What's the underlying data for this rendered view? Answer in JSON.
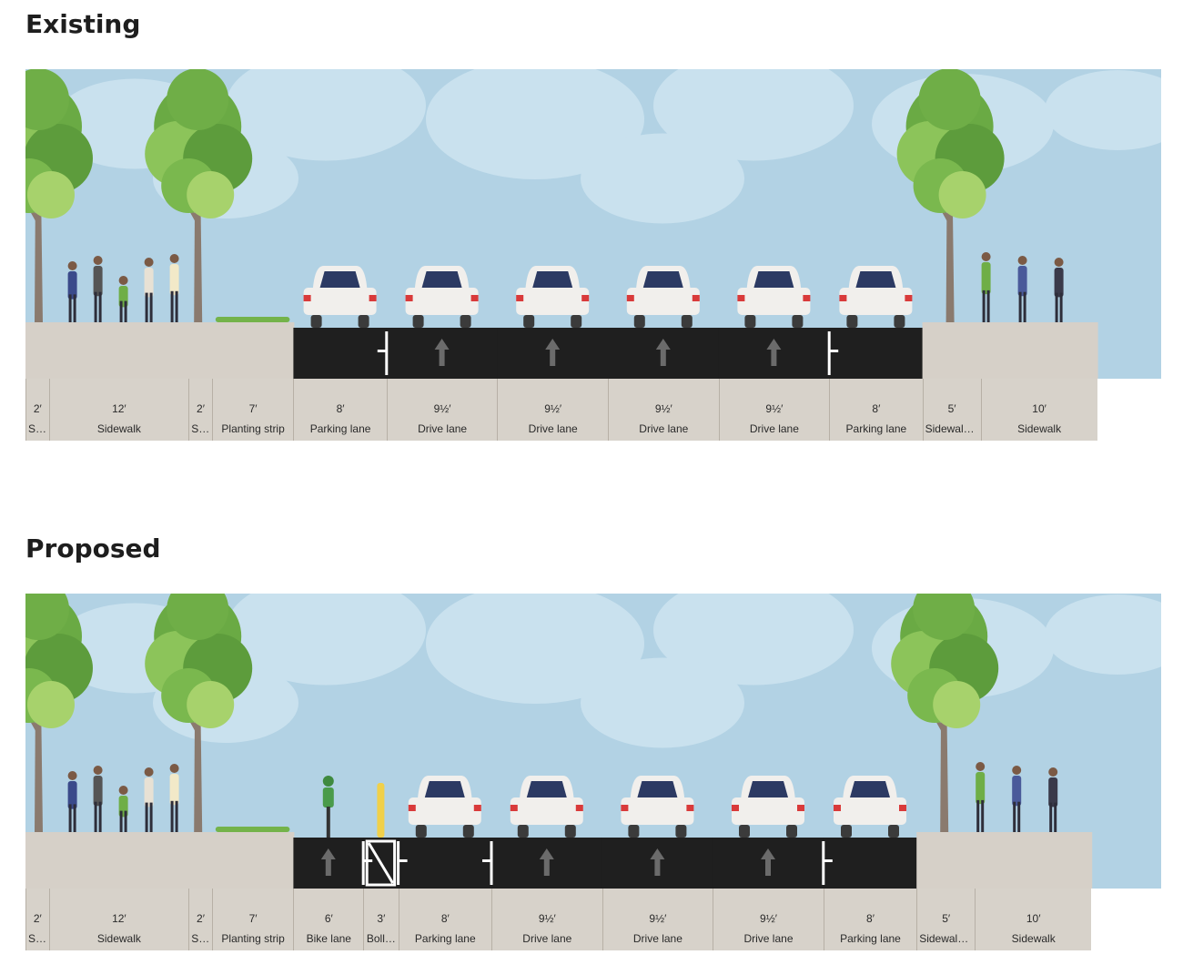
{
  "colors": {
    "sky": "#b2d2e4",
    "cloud": "#c9e1ee",
    "sidewalk": "#d6d0c8",
    "asphalt": "#1f1f1f",
    "tree_leaf": "#6fae47",
    "tree_trunk": "#8a7a6e",
    "car_body": "#f1efec",
    "car_window": "#2c3a63",
    "tail_light": "#d93a3a",
    "grass": "#74b34a",
    "bollard": "#f0d04a"
  },
  "sections": [
    {
      "id": "existing",
      "title": "Existing",
      "segments": [
        {
          "width": "2′",
          "name": "Si…",
          "feet": 2,
          "kind": "sidewalk"
        },
        {
          "width": "12′",
          "name": "Sidewalk",
          "feet": 12,
          "kind": "sidewalk"
        },
        {
          "width": "2′",
          "name": "Si…",
          "feet": 2,
          "kind": "sidewalk"
        },
        {
          "width": "7′",
          "name": "Planting strip",
          "feet": 7,
          "kind": "planting"
        },
        {
          "width": "8′",
          "name": "Parking lane",
          "feet": 8,
          "kind": "parking"
        },
        {
          "width": "9½′",
          "name": "Drive lane",
          "feet": 9.5,
          "kind": "drive"
        },
        {
          "width": "9½′",
          "name": "Drive lane",
          "feet": 9.5,
          "kind": "drive"
        },
        {
          "width": "9½′",
          "name": "Drive lane",
          "feet": 9.5,
          "kind": "drive"
        },
        {
          "width": "9½′",
          "name": "Drive lane",
          "feet": 9.5,
          "kind": "drive"
        },
        {
          "width": "8′",
          "name": "Parking lane",
          "feet": 8,
          "kind": "parking"
        },
        {
          "width": "5′",
          "name": "Sidewalk…",
          "feet": 5,
          "kind": "sidewalk"
        },
        {
          "width": "10′",
          "name": "Sidewalk",
          "feet": 10,
          "kind": "sidewalk"
        }
      ]
    },
    {
      "id": "proposed",
      "title": "Proposed",
      "segments": [
        {
          "width": "2′",
          "name": "Si…",
          "feet": 2,
          "kind": "sidewalk"
        },
        {
          "width": "12′",
          "name": "Sidewalk",
          "feet": 12,
          "kind": "sidewalk"
        },
        {
          "width": "2′",
          "name": "Si…",
          "feet": 2,
          "kind": "sidewalk"
        },
        {
          "width": "7′",
          "name": "Planting strip",
          "feet": 7,
          "kind": "planting"
        },
        {
          "width": "6′",
          "name": "Bike lane",
          "feet": 6,
          "kind": "bike"
        },
        {
          "width": "3′",
          "name": "Boll…",
          "feet": 3,
          "kind": "bollard"
        },
        {
          "width": "8′",
          "name": "Parking lane",
          "feet": 8,
          "kind": "parking"
        },
        {
          "width": "9½′",
          "name": "Drive lane",
          "feet": 9.5,
          "kind": "drive"
        },
        {
          "width": "9½′",
          "name": "Drive lane",
          "feet": 9.5,
          "kind": "drive"
        },
        {
          "width": "9½′",
          "name": "Drive lane",
          "feet": 9.5,
          "kind": "drive"
        },
        {
          "width": "8′",
          "name": "Parking lane",
          "feet": 8,
          "kind": "parking"
        },
        {
          "width": "5′",
          "name": "Sidewalk…",
          "feet": 5,
          "kind": "sidewalk"
        },
        {
          "width": "10′",
          "name": "Sidewalk",
          "feet": 10,
          "kind": "sidewalk"
        }
      ]
    }
  ]
}
